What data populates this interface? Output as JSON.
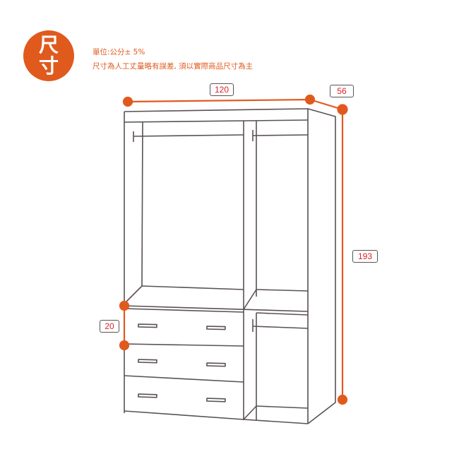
{
  "badge": {
    "line1": "尺",
    "line2": "寸"
  },
  "notes": {
    "unit": "單位:公分± 5%",
    "disclaimer": "尺寸為人工丈量略有誤差, 須以實際商品尺寸為主"
  },
  "dimensions": {
    "width": "120",
    "depth": "56",
    "height": "193",
    "drawer_height": "20"
  },
  "colors": {
    "accent": "#E05A1E",
    "label_text": "#D8232A",
    "line": "#5a5252"
  }
}
